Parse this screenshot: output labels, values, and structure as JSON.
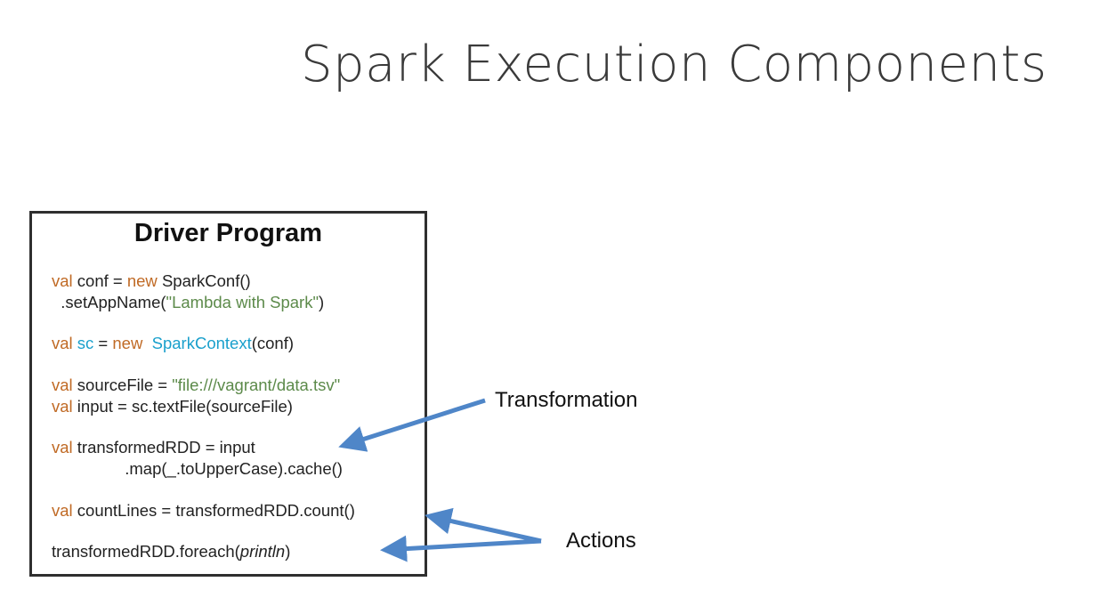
{
  "slide": {
    "title": "Spark Execution Components"
  },
  "driver_program": {
    "title": "Driver Program",
    "code": [
      {
        "parts": [
          {
            "t": "val",
            "c": "kw"
          },
          {
            "t": " conf = ",
            "c": ""
          },
          {
            "t": "new",
            "c": "kw"
          },
          {
            "t": " SparkConf()",
            "c": ""
          }
        ]
      },
      {
        "parts": [
          {
            "t": "  .setAppName(",
            "c": ""
          },
          {
            "t": "\"Lambda with Spark\"",
            "c": "str"
          },
          {
            "t": ")",
            "c": ""
          }
        ]
      },
      {
        "parts": [
          {
            "t": "val",
            "c": "kw"
          },
          {
            "t": " ",
            "c": ""
          },
          {
            "t": "sc",
            "c": "cls"
          },
          {
            "t": " = ",
            "c": ""
          },
          {
            "t": "new",
            "c": "kw"
          },
          {
            "t": "  ",
            "c": ""
          },
          {
            "t": "SparkContext",
            "c": "cls"
          },
          {
            "t": "(conf)",
            "c": ""
          }
        ]
      },
      {
        "parts": [
          {
            "t": "val",
            "c": "kw"
          },
          {
            "t": " sourceFile = ",
            "c": ""
          },
          {
            "t": "\"file:///vagrant/data.tsv\"",
            "c": "str"
          }
        ]
      },
      {
        "parts": [
          {
            "t": "val",
            "c": "kw"
          },
          {
            "t": " input = sc.textFile(sourceFile)",
            "c": ""
          }
        ]
      },
      {
        "parts": [
          {
            "t": "val",
            "c": "kw"
          },
          {
            "t": " transformedRDD = input",
            "c": ""
          }
        ]
      },
      {
        "parts": [
          {
            "t": "                .map(_.toUpperCase).cache()",
            "c": ""
          }
        ]
      },
      {
        "parts": [
          {
            "t": "val",
            "c": "kw"
          },
          {
            "t": " countLines = transformedRDD.count()",
            "c": ""
          }
        ]
      },
      {
        "parts": [
          {
            "t": "transformedRDD.foreach(",
            "c": ""
          },
          {
            "t": "println",
            "c": "it"
          },
          {
            "t": ")",
            "c": ""
          }
        ]
      }
    ]
  },
  "annotations": {
    "transformation_label": "Transformation",
    "actions_label": "Actions"
  },
  "colors": {
    "keyword": "#c06a25",
    "string": "#5c8a4a",
    "class": "#1aa0cc",
    "arrow": "#4f86c8"
  }
}
